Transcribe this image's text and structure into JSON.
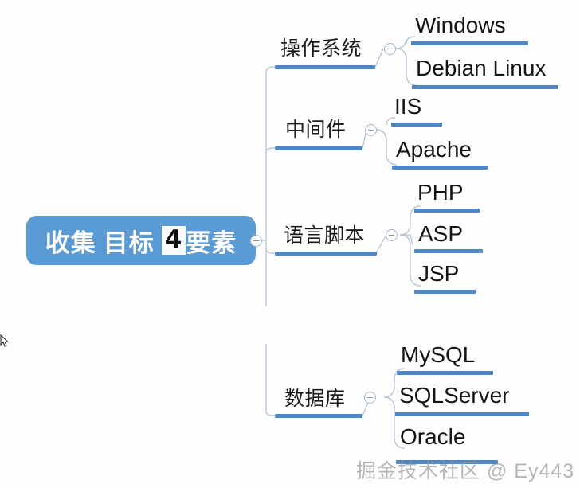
{
  "diagram": {
    "type": "mind-map",
    "title": "收集 目标 4要素",
    "background_color": "#fefefe",
    "accent_color": "#5b9bd5",
    "line_color": "#4e87c4",
    "root": {
      "segments": [
        "收集",
        "目标"
      ],
      "segment_1": "收集",
      "segment_2": "目标",
      "highlight": "4",
      "segment_3": "要素",
      "collapse_icon": "minus-circle-icon"
    },
    "branches": [
      {
        "label": "操作系统",
        "collapse_icon": "minus-circle-icon",
        "children": [
          "Windows",
          "Debian Linux"
        ]
      },
      {
        "label": "中间件",
        "collapse_icon": "minus-circle-icon",
        "children": [
          "IIS",
          "Apache"
        ]
      },
      {
        "label": "语言脚本",
        "collapse_icon": "minus-circle-icon",
        "children": [
          "PHP",
          "ASP",
          "JSP"
        ]
      },
      {
        "label": "数据库",
        "collapse_icon": "minus-circle-icon",
        "children": [
          "MySQL",
          "SQLServer",
          "Oracle"
        ]
      }
    ],
    "leaves": {
      "windows": "Windows",
      "debian_linux": "Debian Linux",
      "iis": "IIS",
      "apache": "Apache",
      "php": "PHP",
      "asp": "ASP",
      "jsp": "JSP",
      "mysql": "MySQL",
      "sqlserver": "SQLServer",
      "oracle": "Oracle"
    }
  },
  "watermark": {
    "text": "掘金技术社区 @ Ey443"
  }
}
